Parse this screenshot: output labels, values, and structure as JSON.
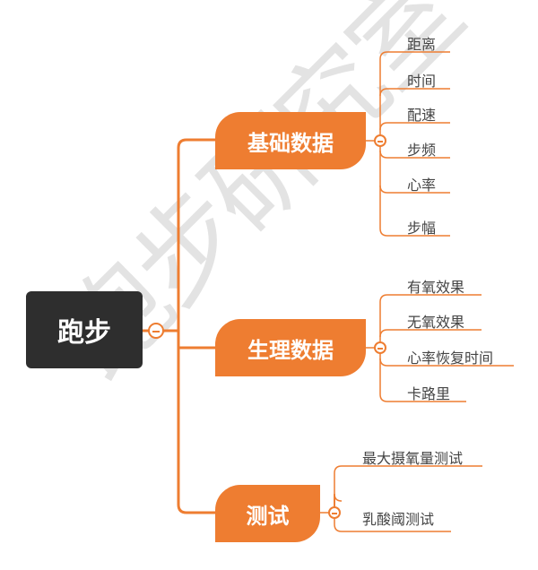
{
  "watermark": "跑步研究室",
  "colors": {
    "root_bg": "#2e2e2e",
    "branch_bg": "#ee7d31",
    "line": "#ee7d31",
    "leaf_text": "#444444",
    "watermark": "#e3e3e3"
  },
  "root": {
    "label": "跑步"
  },
  "branches": [
    {
      "label": "基础数据",
      "children": [
        "距离",
        "时间",
        "配速",
        "步频",
        "心率",
        "步幅"
      ]
    },
    {
      "label": "生理数据",
      "children": [
        "有氧效果",
        "无氧效果",
        "心率恢复时间",
        "卡路里"
      ]
    },
    {
      "label": "测试",
      "children": [
        "最大摄氧量测试",
        "乳酸阈测试"
      ]
    }
  ]
}
